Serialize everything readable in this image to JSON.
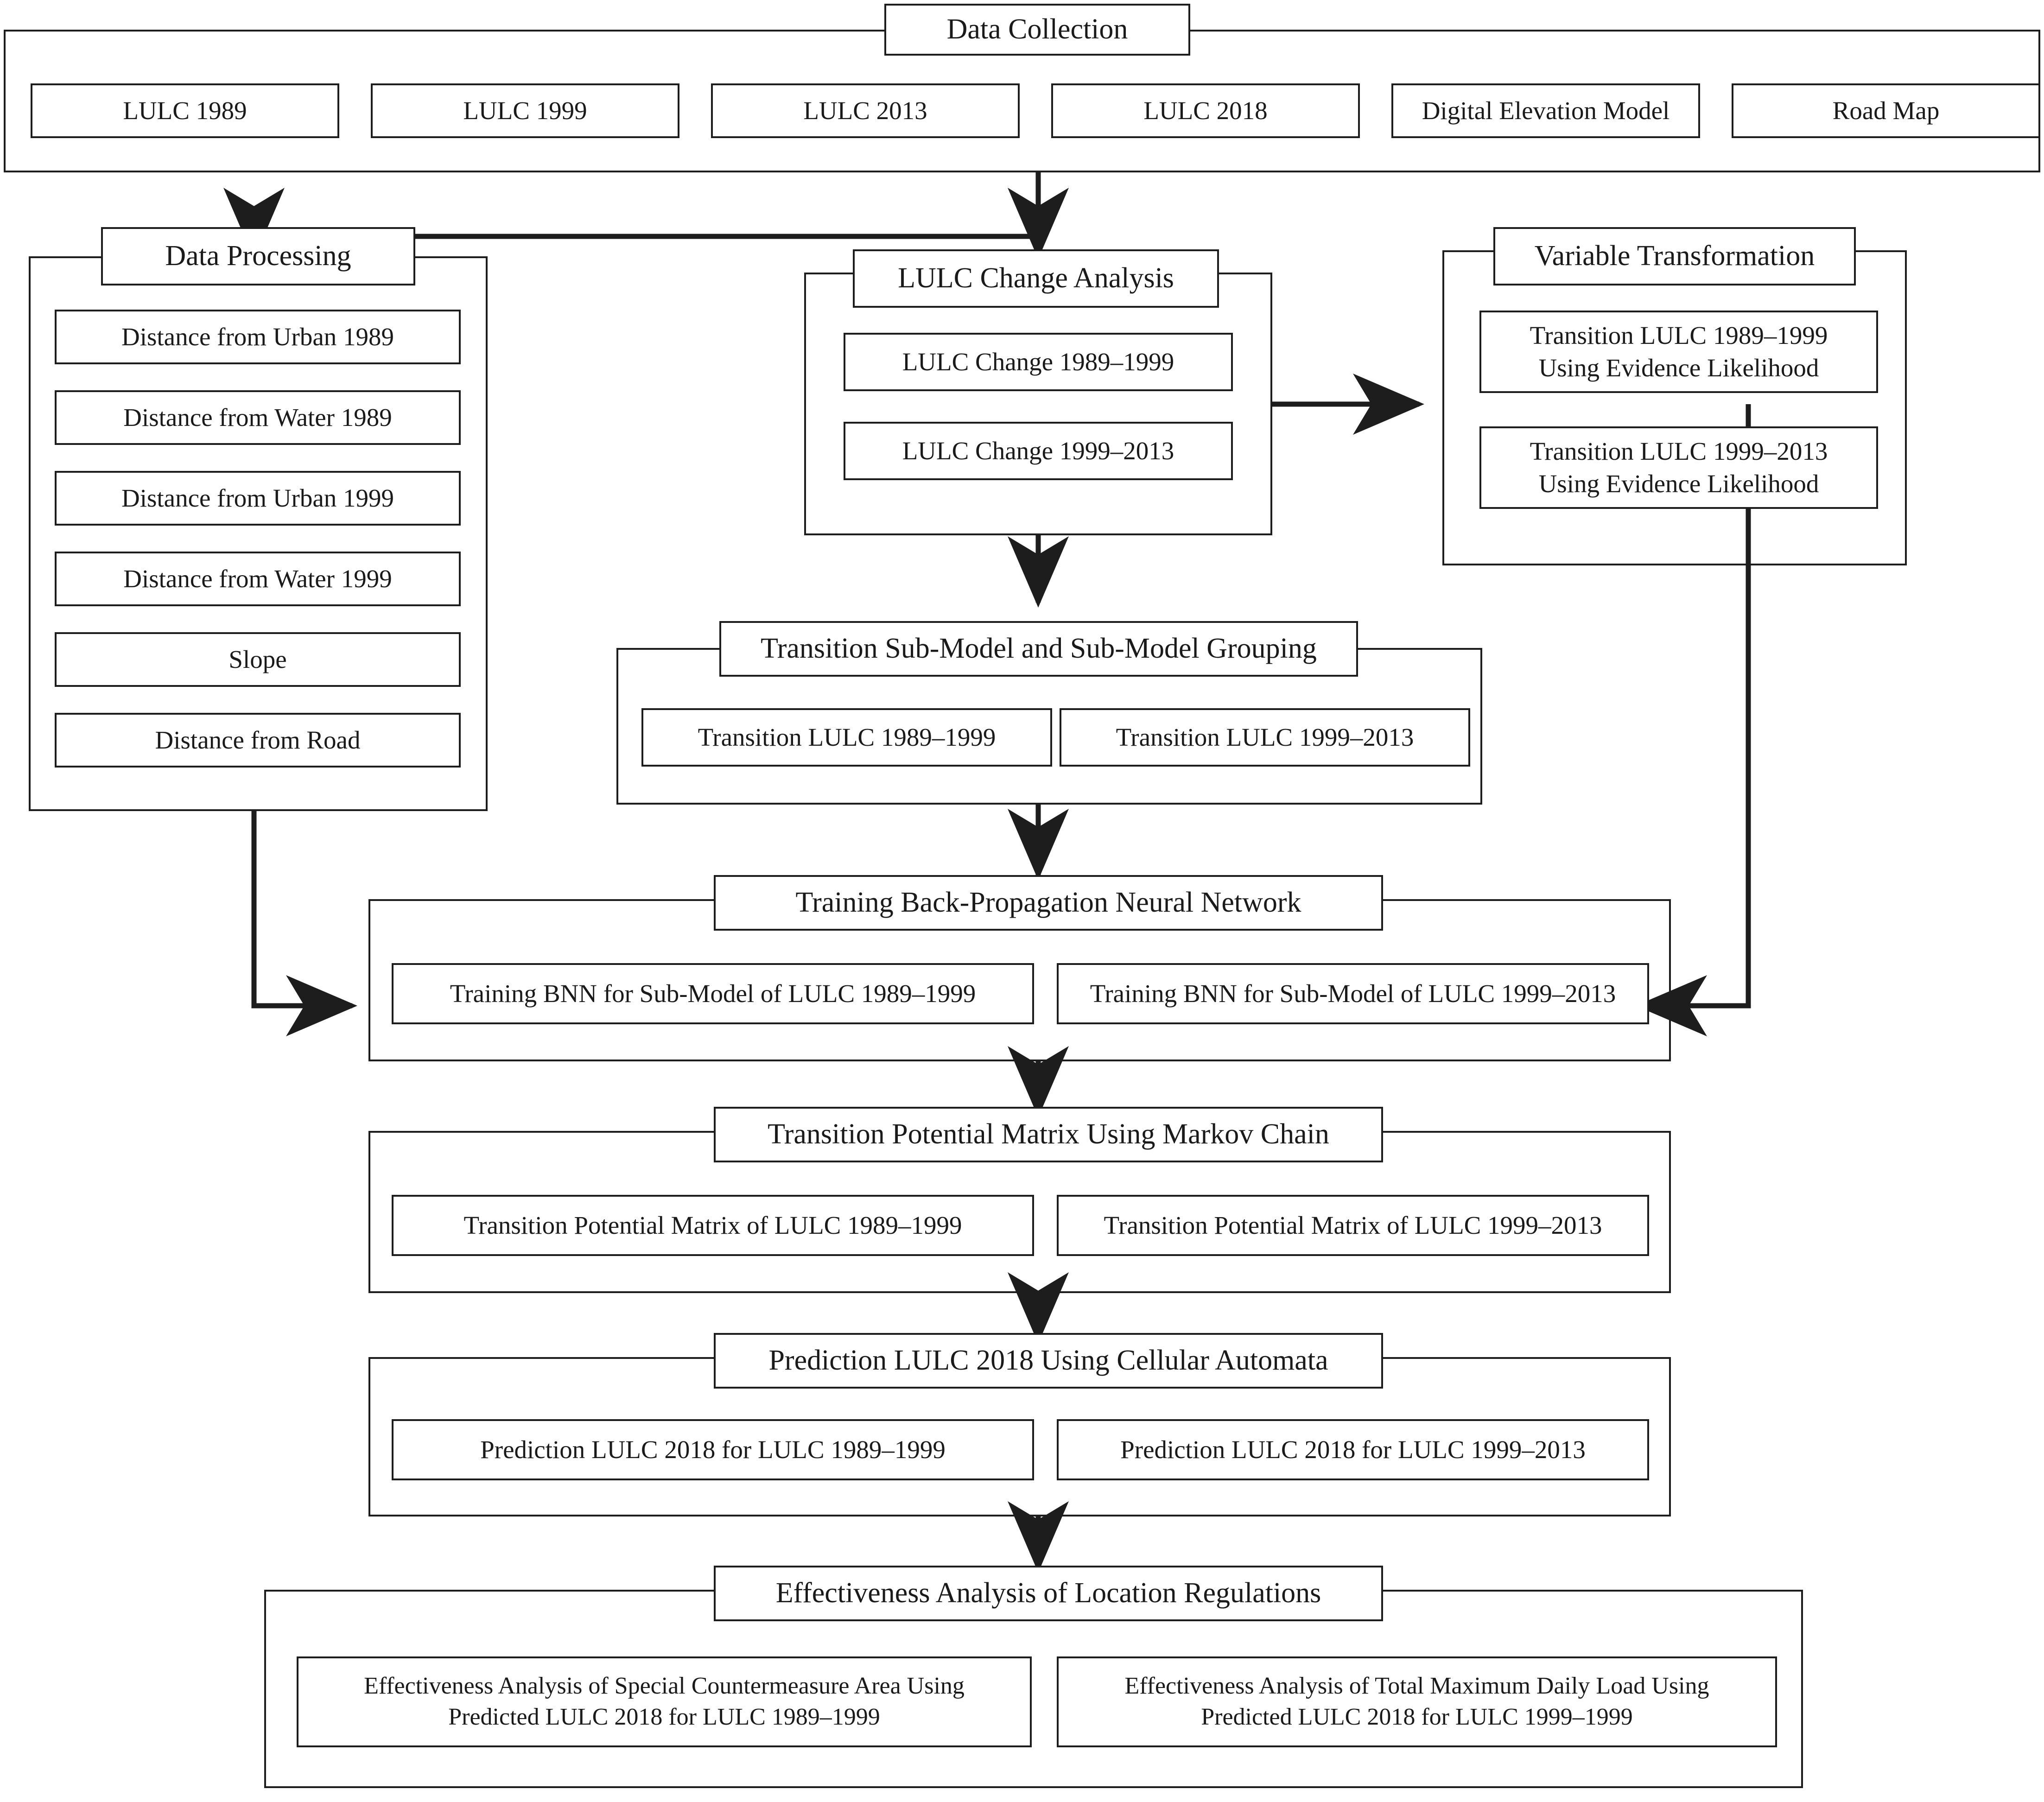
{
  "diagram": {
    "title": "LULC Prediction and Effectiveness Analysis Workflow",
    "type": "flowchart",
    "line_color": "#1d1d1d",
    "background_color": "#ffffff"
  },
  "data_collection": {
    "header": "Data Collection",
    "items": [
      "LULC 1989",
      "LULC 1999",
      "LULC 2013",
      "LULC 2018",
      "Digital Elevation Model",
      "Road Map"
    ]
  },
  "data_processing": {
    "header": "Data Processing",
    "items": [
      "Distance from Urban 1989",
      "Distance from Water 1989",
      "Distance from Urban 1999",
      "Distance from Water 1999",
      "Slope",
      "Distance from Road"
    ]
  },
  "lulc_change_analysis": {
    "header": "LULC Change Analysis",
    "items": [
      "LULC Change 1989–1999",
      "LULC Change 1999–2013"
    ]
  },
  "variable_transformation": {
    "header": "Variable Transformation",
    "items": [
      "Transition LULC 1989–1999\nUsing Evidence Likelihood",
      "Transition LULC 1999–2013\nUsing Evidence Likelihood"
    ]
  },
  "transition_submodel": {
    "header": "Transition Sub-Model and Sub-Model Grouping",
    "items": [
      "Transition LULC 1989–1999",
      "Transition LULC 1999–2013"
    ]
  },
  "training_bnn": {
    "header": "Training Back-Propagation Neural Network",
    "items": [
      "Training BNN for Sub-Model of LULC 1989–1999",
      "Training BNN for Sub-Model of LULC 1999–2013"
    ]
  },
  "transition_potential": {
    "header": "Transition Potential Matrix Using Markov Chain",
    "items": [
      "Transition Potential Matrix of LULC 1989–1999",
      "Transition Potential Matrix of LULC 1999–2013"
    ]
  },
  "prediction": {
    "header": "Prediction LULC 2018 Using Cellular Automata",
    "items": [
      "Prediction LULC 2018 for LULC 1989–1999",
      "Prediction LULC 2018 for LULC 1999–2013"
    ]
  },
  "effectiveness": {
    "header": "Effectiveness Analysis of Location Regulations",
    "items": [
      "Effectiveness Analysis of Special Countermeasure Area Using\nPredicted LULC 2018 for LULC 1989–1999",
      "Effectiveness Analysis of  Total Maximum Daily Load Using\nPredicted LULC 2018 for LULC 1999–1999"
    ]
  }
}
